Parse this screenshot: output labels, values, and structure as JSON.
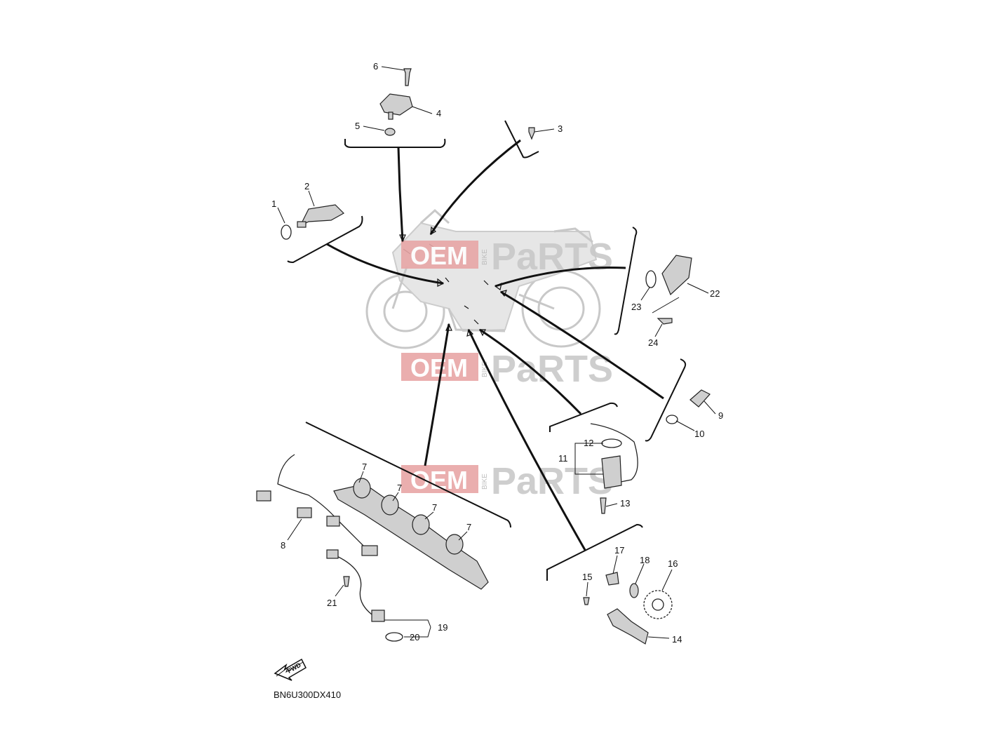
{
  "diagram": {
    "code": "BN6U300DX410",
    "fwd_label": "FWD",
    "callouts": [
      "1",
      "2",
      "3",
      "4",
      "5",
      "6",
      "7",
      "7",
      "7",
      "7",
      "8",
      "9",
      "10",
      "11",
      "12",
      "13",
      "14",
      "15",
      "16",
      "17",
      "18",
      "19",
      "20",
      "21",
      "22",
      "23",
      "24"
    ]
  },
  "watermark": {
    "oem": "OEM",
    "bike": "BIKE",
    "parts": "PaRTS",
    "colors": {
      "red": "#e8a6a6",
      "grey": "#c9c9c9"
    }
  }
}
